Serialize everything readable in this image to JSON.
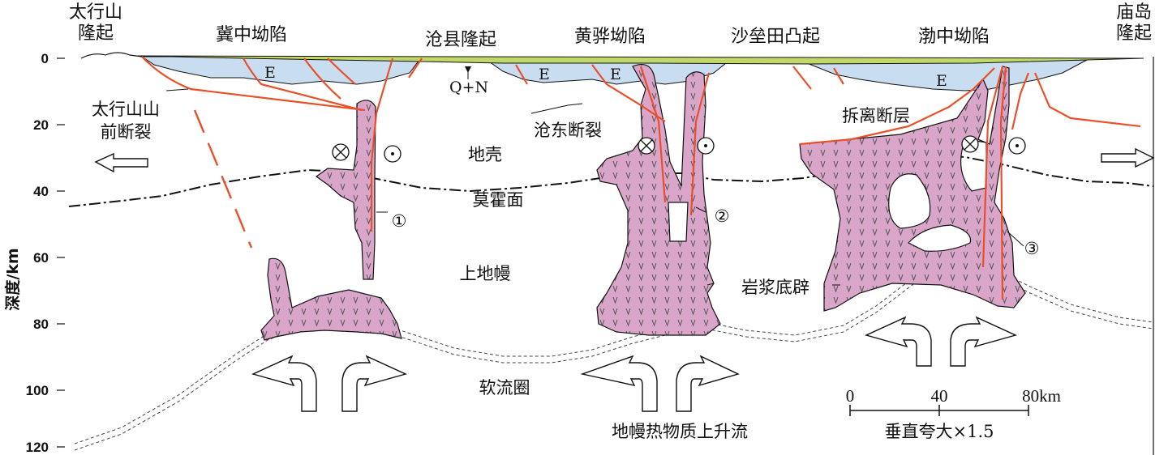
{
  "colors": {
    "magma_fill": "#d9a5c9",
    "magma_pattern": "#555555",
    "surface_layer": "#c2d76a",
    "basin_fill": "#c9ddf0",
    "fault": "#e8502a",
    "boundary": "#111111"
  },
  "top_labels": {
    "taihang_uplift": [
      "太行山",
      "隆起"
    ],
    "jizhong": "冀中坳陷",
    "cangxian": "沧县隆起",
    "huanghua": "黄骅坳陷",
    "shaleitian": "沙垒田凸起",
    "bozhong": "渤中坳陷",
    "miaodao_uplift": [
      "庙岛",
      "隆起"
    ]
  },
  "depth_axis": {
    "title": "深度/km",
    "ticks": [
      "0",
      "20",
      "40",
      "60",
      "80",
      "100",
      "120"
    ]
  },
  "labels": {
    "taihang_fault": [
      "太行山山",
      "前断裂"
    ],
    "cangdong_fault": "沧东断裂",
    "detachment": "拆离断层",
    "crust": "地壳",
    "moho": "莫霍面",
    "upper_mantle": "上地幔",
    "diapir": "岩浆底辟",
    "asthenosphere": "软流圈",
    "upwelling": "地幔热物质上升流",
    "qn": "Q+N",
    "e_labels": [
      "E",
      "E",
      "E",
      "E"
    ],
    "fault_numbers": [
      "①",
      "②",
      "③"
    ]
  },
  "scale": {
    "ticks": [
      "0",
      "40",
      "80km"
    ],
    "note": "垂直夸大×1.5"
  },
  "icons": {
    "extension_arrows": "hollow-arrow-icon",
    "into_page": "circle-cross-icon",
    "out_of_page": "circle-dot-icon",
    "upwelling_arrows": "curved-up-arrow-icon"
  }
}
